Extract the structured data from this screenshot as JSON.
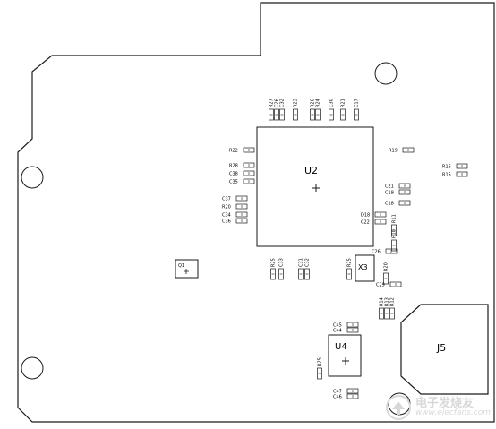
{
  "board": {
    "stroke_color": "#1a1a1a",
    "fill_color": "#ffffff",
    "major_parts": {
      "u2": "U2",
      "u4": "U4",
      "x3": "X3",
      "j5": "J5",
      "q1": "Q1"
    },
    "passives": [
      {
        "ref": "R27",
        "orient": "v"
      },
      {
        "ref": "C26",
        "orient": "v"
      },
      {
        "ref": "C32",
        "orient": "v"
      },
      {
        "ref": "R23",
        "orient": "v"
      },
      {
        "ref": "R26",
        "orient": "v"
      },
      {
        "ref": "R24",
        "orient": "v"
      },
      {
        "ref": "C30",
        "orient": "v"
      },
      {
        "ref": "R21",
        "orient": "v"
      },
      {
        "ref": "C17",
        "orient": "v"
      },
      {
        "ref": "R22",
        "orient": "h"
      },
      {
        "ref": "R28",
        "orient": "h"
      },
      {
        "ref": "C38",
        "orient": "h"
      },
      {
        "ref": "C35",
        "orient": "h"
      },
      {
        "ref": "C37",
        "orient": "h"
      },
      {
        "ref": "R20",
        "orient": "h"
      },
      {
        "ref": "C34",
        "orient": "h"
      },
      {
        "ref": "C36",
        "orient": "h"
      },
      {
        "ref": "R19",
        "orient": "h"
      },
      {
        "ref": "R16",
        "orient": "h"
      },
      {
        "ref": "R15",
        "orient": "h"
      },
      {
        "ref": "C21",
        "orient": "h"
      },
      {
        "ref": "C19",
        "orient": "h"
      },
      {
        "ref": "C18",
        "orient": "h"
      },
      {
        "ref": "D18",
        "orient": "h"
      },
      {
        "ref": "C22",
        "orient": "h"
      },
      {
        "ref": "R11",
        "orient": "v"
      },
      {
        "ref": "R10",
        "orient": "v"
      },
      {
        "ref": "C26",
        "orient": "h"
      },
      {
        "ref": "R25",
        "orient": "v"
      },
      {
        "ref": "C33",
        "orient": "v"
      },
      {
        "ref": "C31",
        "orient": "v"
      },
      {
        "ref": "C32",
        "orient": "v"
      },
      {
        "ref": "R25",
        "orient": "v"
      },
      {
        "ref": "R20",
        "orient": "v"
      },
      {
        "ref": "C29",
        "orient": "h"
      },
      {
        "ref": "R13",
        "orient": "v"
      },
      {
        "ref": "R12",
        "orient": "v"
      },
      {
        "ref": "R14",
        "orient": "v"
      },
      {
        "ref": "C45",
        "orient": "h"
      },
      {
        "ref": "C44",
        "orient": "h"
      },
      {
        "ref": "R25",
        "orient": "v"
      },
      {
        "ref": "C47",
        "orient": "h"
      },
      {
        "ref": "C46",
        "orient": "h"
      }
    ]
  },
  "watermark": {
    "cn": "电子发烧友",
    "url": "www.elecfans.com",
    "color": "#d8d8d8"
  }
}
